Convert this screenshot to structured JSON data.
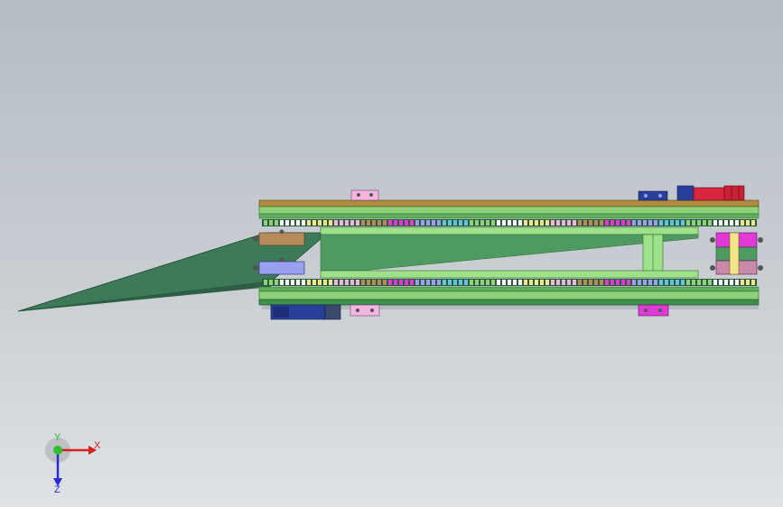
{
  "viewport": {
    "background_top": "#b4bcc4",
    "background_bottom": "#dfe2e5"
  },
  "model": {
    "frame_color": "#3f8f4a",
    "rail_color": "#8fd17a",
    "wedge_color": "#3d7a5a",
    "top_plate_color": "#b08a3e",
    "motor_color": "#d8263c",
    "motor_cap_color": "#2a3f9a",
    "bracket_pink": "#f2b6e0",
    "bracket_magenta": "#e23ad6",
    "block_yellow": "#f2e48a",
    "block_brown": "#b78a5a",
    "block_lavender": "#9aa0f0"
  },
  "triad": {
    "x_label": "X",
    "y_label": "Y",
    "z_label": "Z",
    "x_color": "#d81e1e",
    "y_color": "#2fbf2f",
    "z_color": "#2a2ad8"
  }
}
